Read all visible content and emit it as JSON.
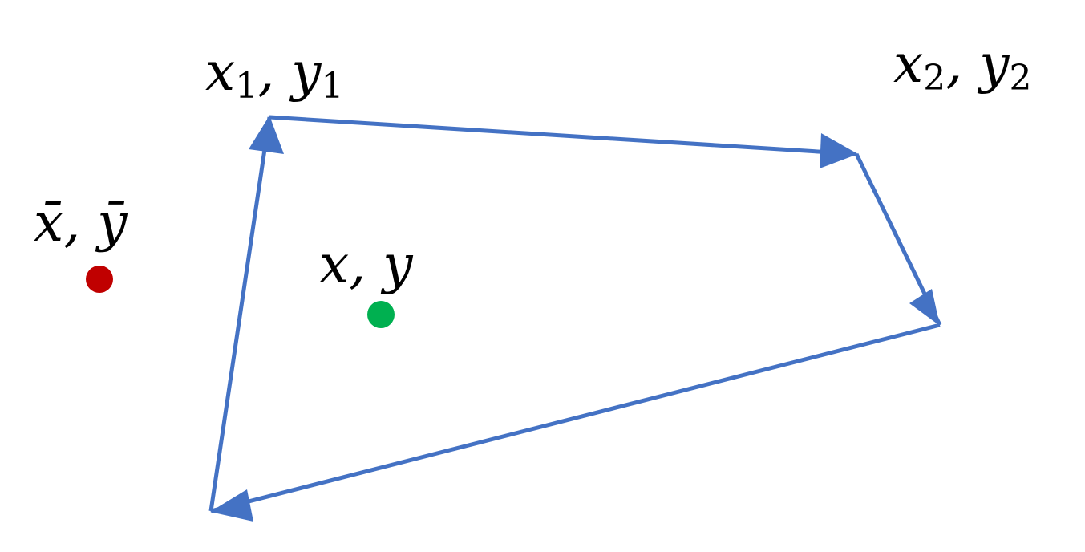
{
  "colors": {
    "background": "#ffffff",
    "edge": "#4472c4",
    "outside_point": "#c00000",
    "inside_point": "#00b050",
    "text": "#000000"
  },
  "labels": {
    "vertex1": {
      "x": "x",
      "x_sub": "1",
      "sep": ", ",
      "y": "y",
      "y_sub": "1"
    },
    "vertex2": {
      "x": "x",
      "x_sub": "2",
      "sep": ", ",
      "y": "y",
      "y_sub": "2"
    },
    "outside_point": {
      "x": "x̄",
      "sep": ", ",
      "y": "ȳ"
    },
    "inside_point": {
      "x": "x",
      "sep": ", ",
      "y": "y"
    }
  },
  "icons": {
    "edge_arrow": "triangle-arrowhead-icon",
    "point": "filled-circle-icon"
  }
}
